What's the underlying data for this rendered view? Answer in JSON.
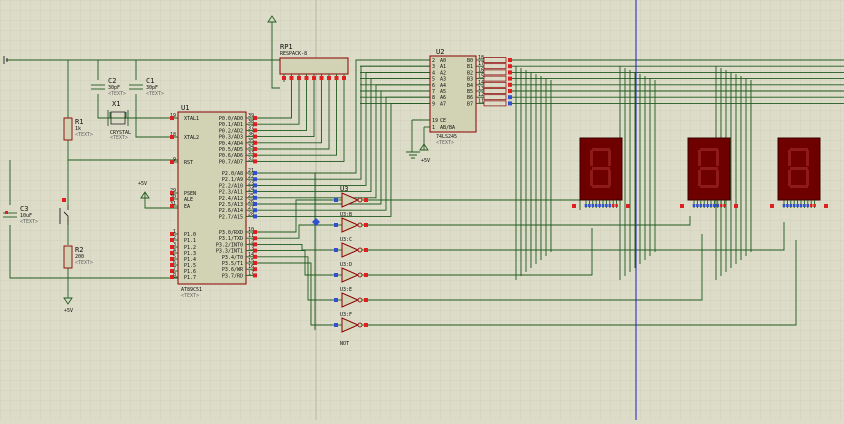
{
  "colors": {
    "background": "#dcdcc8",
    "grid": "#c9c9b4",
    "wire": "#1f5a1f",
    "chip_fill": "#d2d2b4",
    "chip_border": "#8a0000",
    "segment_display": "#6e0000",
    "pin_red": "#e02020",
    "pin_blue": "#3050d0",
    "cursor_line": "#2020c0"
  },
  "rp1": {
    "ref": "RP1",
    "value": "RESPACK-8"
  },
  "u1": {
    "ref": "U1",
    "part": "AT89C51",
    "left_pins": [
      {
        "num": "19",
        "name": "XTAL1"
      },
      {
        "num": "18",
        "name": "XTAL2"
      },
      {
        "num": "9",
        "name": "RST"
      },
      {
        "num": "29",
        "name": "PSEN"
      },
      {
        "num": "30",
        "name": "ALE"
      },
      {
        "num": "31",
        "name": "EA"
      },
      {
        "num": "1",
        "name": "P1.0"
      },
      {
        "num": "2",
        "name": "P1.1"
      },
      {
        "num": "3",
        "name": "P1.2"
      },
      {
        "num": "4",
        "name": "P1.3"
      },
      {
        "num": "5",
        "name": "P1.4"
      },
      {
        "num": "6",
        "name": "P1.5"
      },
      {
        "num": "7",
        "name": "P1.6"
      },
      {
        "num": "8",
        "name": "P1.7"
      }
    ],
    "right_pins": [
      {
        "num": "39",
        "name": "P0.0/AD0"
      },
      {
        "num": "38",
        "name": "P0.1/AD1"
      },
      {
        "num": "37",
        "name": "P0.2/AD2"
      },
      {
        "num": "36",
        "name": "P0.3/AD3"
      },
      {
        "num": "35",
        "name": "P0.4/AD4"
      },
      {
        "num": "34",
        "name": "P0.5/AD5"
      },
      {
        "num": "33",
        "name": "P0.6/AD6"
      },
      {
        "num": "32",
        "name": "P0.7/AD7"
      },
      {
        "num": "21",
        "name": "P2.0/A8"
      },
      {
        "num": "22",
        "name": "P2.1/A9"
      },
      {
        "num": "23",
        "name": "P2.2/A10"
      },
      {
        "num": "24",
        "name": "P2.3/A11"
      },
      {
        "num": "25",
        "name": "P2.4/A12"
      },
      {
        "num": "26",
        "name": "P2.5/A13"
      },
      {
        "num": "27",
        "name": "P2.6/A14"
      },
      {
        "num": "28",
        "name": "P2.7/A15"
      },
      {
        "num": "10",
        "name": "P3.0/RXD"
      },
      {
        "num": "11",
        "name": "P3.1/TXD"
      },
      {
        "num": "12",
        "name": "P3.2/INT0"
      },
      {
        "num": "13",
        "name": "P3.3/INT1"
      },
      {
        "num": "14",
        "name": "P3.4/T0"
      },
      {
        "num": "15",
        "name": "P3.5/T1"
      },
      {
        "num": "16",
        "name": "P3.6/WR"
      },
      {
        "num": "17",
        "name": "P3.7/RD"
      }
    ]
  },
  "u2": {
    "ref": "U2",
    "part": "74LS245",
    "left_pins": [
      {
        "num": "2",
        "name": "A0"
      },
      {
        "num": "3",
        "name": "A1"
      },
      {
        "num": "4",
        "name": "A2"
      },
      {
        "num": "5",
        "name": "A3"
      },
      {
        "num": "6",
        "name": "A4"
      },
      {
        "num": "7",
        "name": "A5"
      },
      {
        "num": "8",
        "name": "A6"
      },
      {
        "num": "9",
        "name": "A7"
      }
    ],
    "right_pins": [
      {
        "num": "18",
        "name": "B0"
      },
      {
        "num": "17",
        "name": "B1"
      },
      {
        "num": "16",
        "name": "B2"
      },
      {
        "num": "15",
        "name": "B3"
      },
      {
        "num": "14",
        "name": "B4"
      },
      {
        "num": "13",
        "name": "B5"
      },
      {
        "num": "12",
        "name": "B6"
      },
      {
        "num": "11",
        "name": "B7"
      }
    ],
    "ce_label": "CE",
    "ce_pin": "19",
    "ab_label": "AB/BA",
    "ab_pin": "1"
  },
  "u3": {
    "ref": "U3",
    "gates": [
      "U3:B",
      "U3:C",
      "U3:D",
      "U3:E",
      "U3:F"
    ],
    "last_label": "NOT"
  },
  "crystal": {
    "ref": "X1",
    "value": "CRYSTAL"
  },
  "c1": {
    "ref": "C1",
    "value": "30pF"
  },
  "c2": {
    "ref": "C2",
    "value": "30pF"
  },
  "c3": {
    "ref": "C3",
    "value": "10uF"
  },
  "r1": {
    "ref": "R1",
    "value": "1k"
  },
  "r2": {
    "ref": "R2",
    "value": "200"
  },
  "placeholder_text": "<TEXT>",
  "vcc_label": "+5V",
  "gnd_label": "+5V",
  "displays_count": 3
}
